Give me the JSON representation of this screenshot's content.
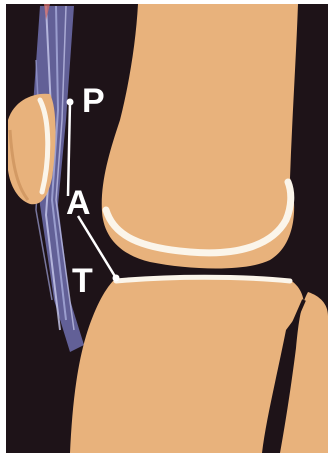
{
  "diagram": {
    "labels": {
      "p": "P",
      "a": "A",
      "t": "T"
    },
    "colors": {
      "background": "#1e1318",
      "bone": "#e8b27c",
      "bone_shadow": "#c48a55",
      "cartilage": "#fbf5ea",
      "tendon": "#8f92c8",
      "tendon_highlight": "#c9cbee",
      "annotation_line": "#ffffff",
      "border": "#ffffff"
    }
  }
}
